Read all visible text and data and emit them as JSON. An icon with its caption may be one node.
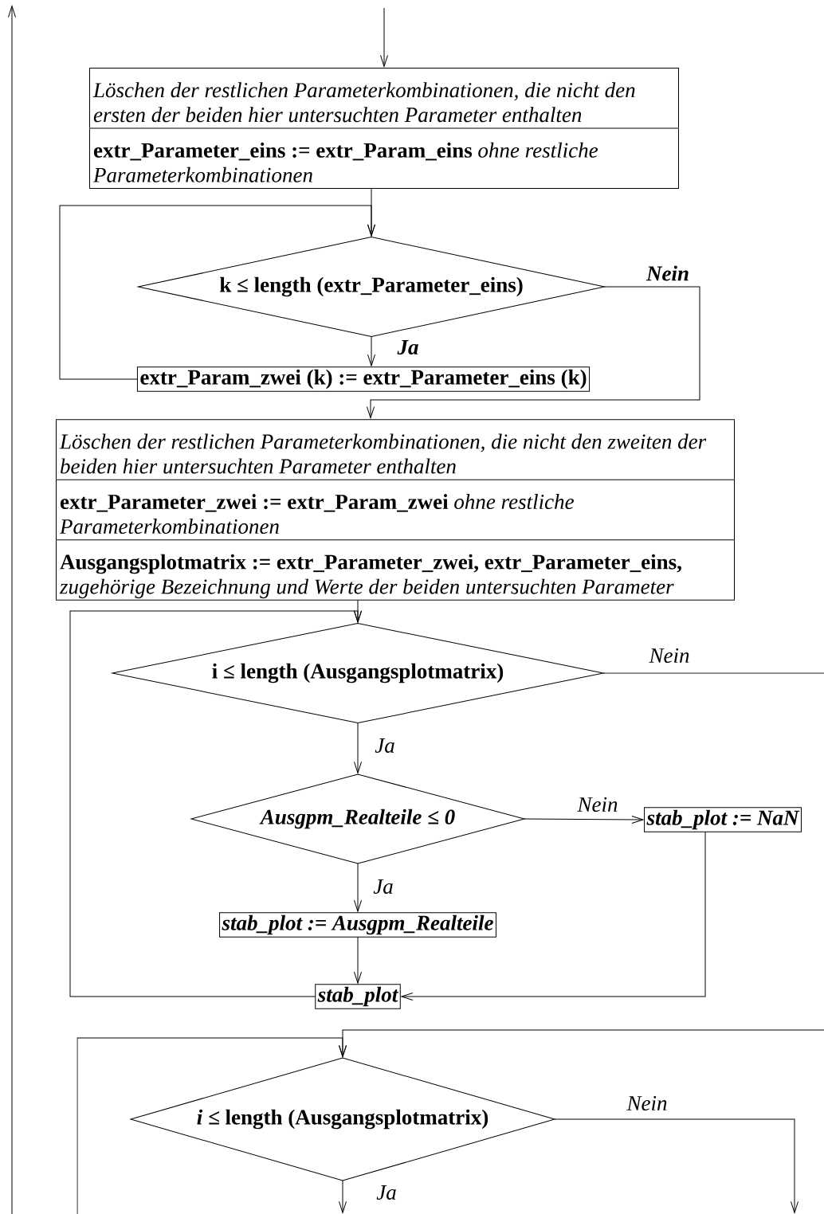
{
  "diagram": {
    "nodes": [
      {
        "text": [
          "Löschen der restlichen Parameterkombinationen, die nicht den ersten der beiden hier untersuchten Parameter enthalten",
          "**extr_Parameter_eins := extr_Param_eins** *ohne restliche Parameterkombinationen*"
        ]
      },
      {
        "text": [
          "k ≤ length (extr_Parameter_eins)"
        ]
      },
      {
        "text": [
          "extr_Param_zwei (k) := extr_Parameter_eins (k)"
        ]
      },
      {
        "text": [
          "Löschen der restlichen Parameterkombinationen, die nicht den zweiten der beiden hier untersuchten Parameter enthalten",
          "**extr_Parameter_zwei := extr_Param_zwei** *ohne restliche Parameterkombinationen*",
          "**Ausgangsplotmatrix := extr_Parameter_zwei, extr_Parameter_eins,** *zugehörige Bezeichnung und Werte der beiden untersuchten Parameter*"
        ]
      },
      {
        "text": [
          "i ≤ length (Ausgangsplotmatrix)"
        ]
      },
      {
        "text": [
          "Ausgpm_Realteile ≤ 0"
        ]
      },
      {
        "text": [
          "stab_plot := NaN"
        ]
      },
      {
        "text": [
          "stab_plot := Ausgpm_Realteile"
        ]
      },
      {
        "text": [
          "stab_plot"
        ]
      },
      {
        "text": [
          "*i ≤* length (Ausgangsplotmatrix)"
        ]
      }
    ],
    "edges": [
      {
        "from": null,
        "to": 0,
        "arrow": "to"
      },
      {
        "from": 0,
        "to": 1,
        "arrow": "to"
      },
      {
        "from": 1,
        "to": 2,
        "arrow": "to",
        "label": "Ja"
      },
      {
        "from": 2,
        "to": 1,
        "arrow": "to"
      },
      {
        "from": 1,
        "to": 3,
        "arrow": "to",
        "label": "Nein"
      },
      {
        "from": 3,
        "to": 4,
        "arrow": "to"
      },
      {
        "from": 4,
        "to": 5,
        "arrow": "to",
        "label": "Ja"
      },
      {
        "from": 4,
        "to": null,
        "arrow": "none",
        "label": "Nein"
      },
      {
        "from": 5,
        "to": 6,
        "arrow": "to",
        "label": "Nein"
      },
      {
        "from": 5,
        "to": 7,
        "arrow": "to",
        "label": "Ja"
      },
      {
        "from": 7,
        "to": 8,
        "arrow": "to"
      },
      {
        "from": 6,
        "to": 8,
        "arrow": "to"
      },
      {
        "from": 8,
        "to": 4,
        "arrow": "to"
      },
      {
        "from": null,
        "to": 9,
        "arrow": "to"
      },
      {
        "from": null,
        "to": 9,
        "arrow": "to"
      },
      {
        "from": 9,
        "to": null,
        "arrow": "to",
        "label": "Ja"
      },
      {
        "from": 9,
        "to": null,
        "arrow": "to",
        "label": "Nein"
      }
    ]
  }
}
